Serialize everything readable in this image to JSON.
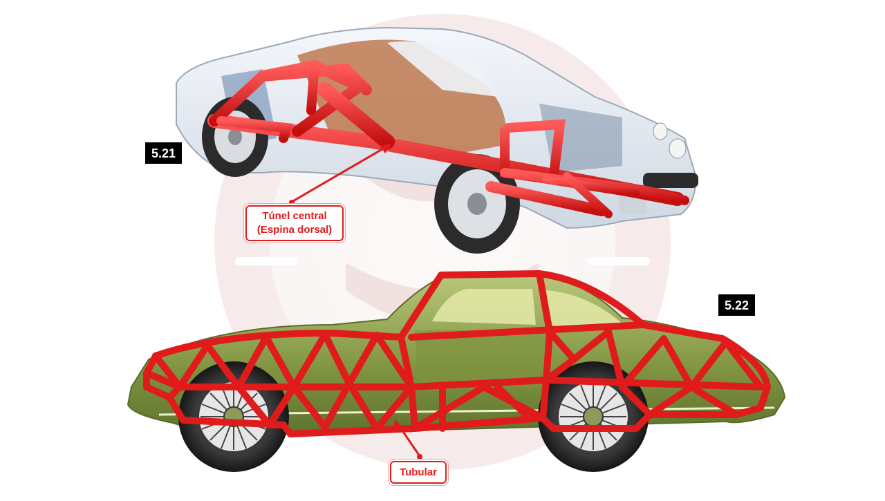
{
  "figures": [
    {
      "id": "5.21",
      "label": "5.21"
    },
    {
      "id": "5.22",
      "label": "5.22"
    }
  ],
  "callouts": {
    "tunel_line1": "Túnel central",
    "tunel_line2": "(Espina dorsal)",
    "tubular": "Tubular"
  },
  "colors": {
    "frame_red": "#e01b1b",
    "watermark": "#f1dede",
    "badge_bg": "#000000",
    "car_body_green": "#8fa24a",
    "car_top_white": "#e8eef4"
  },
  "icons": [
    "watermark-logo-icon"
  ]
}
